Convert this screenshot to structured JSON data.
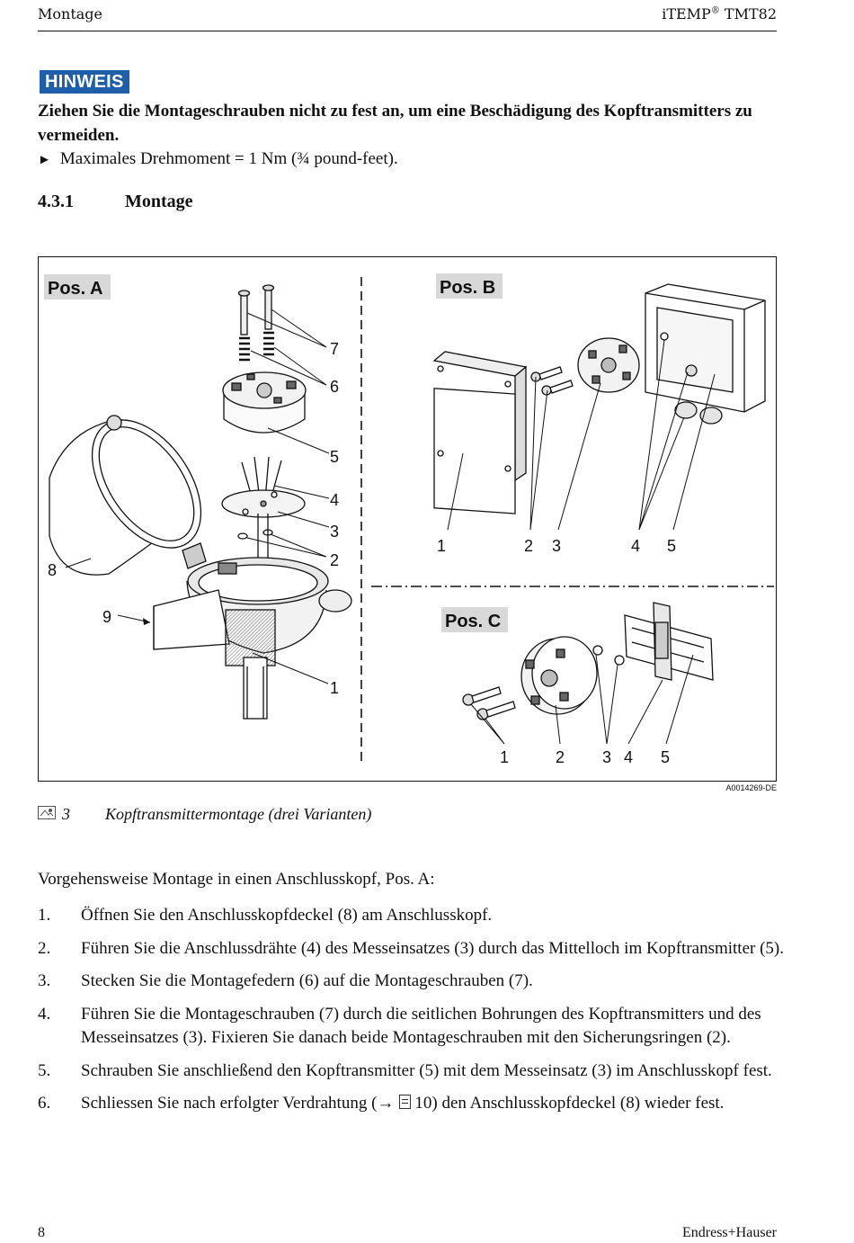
{
  "header": {
    "left": "Montage",
    "right_brand": "iTEMP",
    "right_reg": "®",
    "right_model": " TMT82"
  },
  "notice": {
    "badge": "HINWEIS",
    "text": "Ziehen Sie die Montageschrauben nicht zu fest an, um eine Beschädigung des Kopf­transmitters zu vermeiden.",
    "step_arrow": "►",
    "step": "Maximales Drehmoment = 1 Nm (¾ pound-feet)."
  },
  "section": {
    "number": "4.3.1",
    "title": "Montage"
  },
  "figure": {
    "pos_a": "Pos. A",
    "pos_b": "Pos. B",
    "pos_c": "Pos. C",
    "labels_a": [
      "7",
      "6",
      "5",
      "4",
      "3",
      "2",
      "1",
      "8",
      "9"
    ],
    "labels_b": [
      "1",
      "2",
      "3",
      "4",
      "5"
    ],
    "labels_c": [
      "1",
      "2",
      "3",
      "4",
      "5"
    ],
    "id": "A0014269-DE",
    "caption_number": "3",
    "caption_text": "Kopftransmittermontage (drei Varianten)"
  },
  "procedure": {
    "intro": "Vorgehensweise Montage in einen Anschlusskopf, Pos. A:",
    "steps": [
      {
        "num": "1.",
        "text": "Öffnen Sie den Anschlusskopfdeckel (8) am Anschlusskopf."
      },
      {
        "num": "2.",
        "text": "Führen Sie die Anschlussdrähte (4) des Messeinsatzes (3) durch das Mittelloch im Kopf­transmitter (5)."
      },
      {
        "num": "3.",
        "text": "Stecken Sie die Montagefedern (6) auf die Montageschrauben (7)."
      },
      {
        "num": "4.",
        "text": "Führen Sie die Montageschrauben (7) durch die seitlichen Bohrungen des Kopftransmitters und des Messeinsatzes (3). Fixieren Sie danach beide Montageschrauben mit den Siche­rungsringen (2)."
      },
      {
        "num": "5.",
        "text": "Schrauben Sie anschließend den Kopftransmitter (5) mit dem Messeinsatz (3) im Anschlusskopf fest."
      },
      {
        "num": "6.",
        "text_before": "Schliessen Sie nach erfolgter Verdrahtung (→",
        "ref": "10",
        "text_after": ") den Anschlusskopfdeckel (8) wieder fest."
      }
    ]
  },
  "footer": {
    "page": "8",
    "brand": "Endress+Hauser"
  }
}
